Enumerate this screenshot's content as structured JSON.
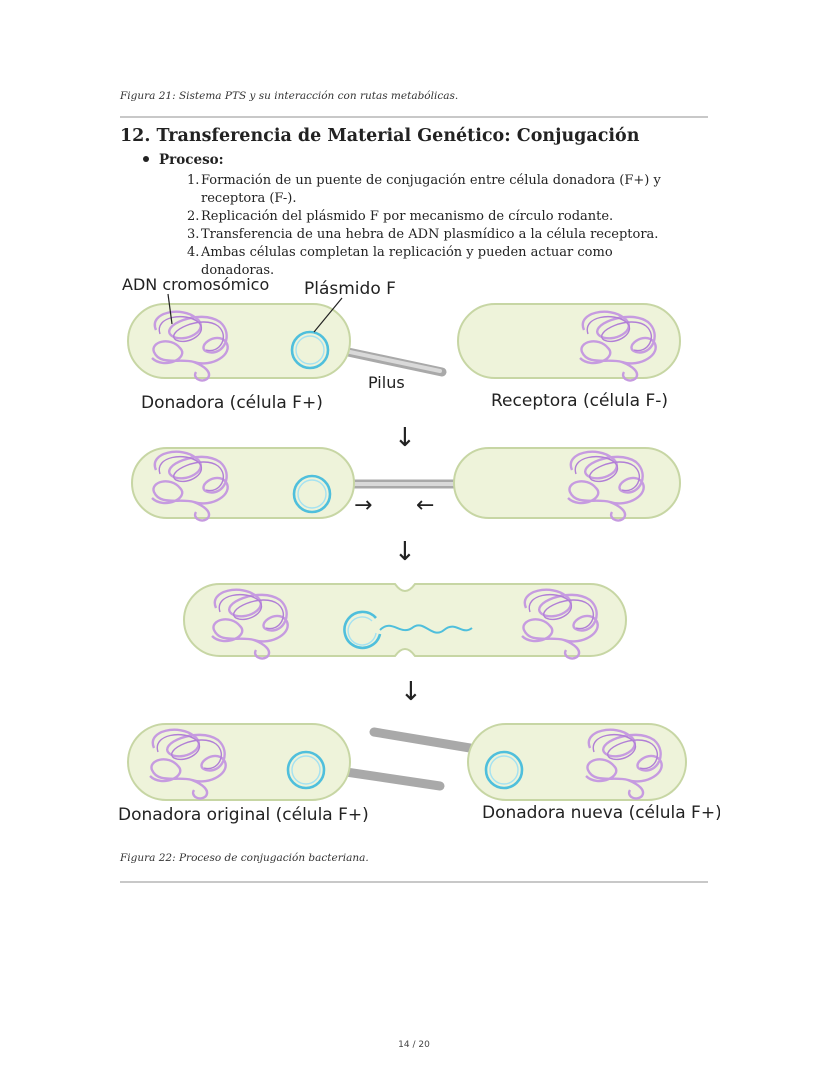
{
  "top_caption": "Figura 21: Sistema PTS y su interacción con rutas metabólicas.",
  "section": {
    "heading": "12. Transferencia de Material Genético: Conjugación",
    "bullet_label": "Proceso:",
    "steps": [
      {
        "num": "1.",
        "text": "Formación de un puente de conjugación entre célula donadora (F+) y receptora (F-)."
      },
      {
        "num": "2.",
        "text": "Replicación del plásmido F por mecanismo de círculo rodante."
      },
      {
        "num": "3.",
        "text": "Transferencia de una hebra de ADN plasmídico a la célula receptora."
      },
      {
        "num": "4.",
        "text": "Ambas células completan la replicación y pueden actuar como donadoras."
      }
    ]
  },
  "figure": {
    "label_chromosomal_dna": "ADN cromosómico",
    "label_plasmid": "Plásmido F",
    "label_pilus": "Pilus",
    "label_donor": "Donadora (célula F+)",
    "label_recipient": "Receptora (célula F-)",
    "label_original_donor": "Donadora original (célula F+)",
    "label_new_donor": "Donadora nueva (célula F+)",
    "colors": {
      "cell_fill": "#eef3da",
      "dna": "#c69be0",
      "plasmid": "#4fbfdc",
      "pilus": "#a9a9a9"
    }
  },
  "bottom_caption": "Figura 22: Proceso de conjugación bacteriana.",
  "page_number": "14 / 20"
}
